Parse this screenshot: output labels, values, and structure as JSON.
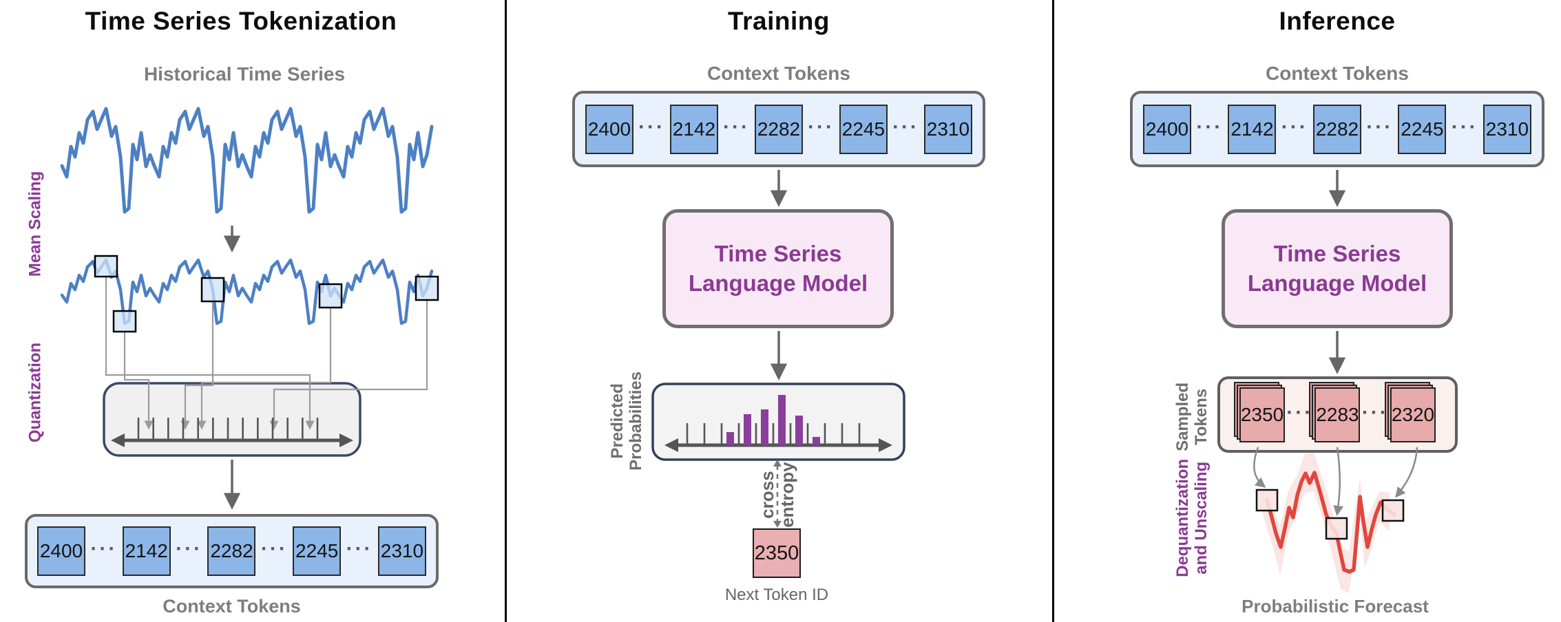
{
  "tokenization": {
    "title": "Time Series Tokenization",
    "historical_label": "Historical Time Series",
    "mean_scaling_label": "Mean Scaling",
    "quantization_label": "Quantization",
    "context_tokens_label": "Context Tokens",
    "tokens": [
      "2400",
      "2142",
      "2282",
      "2245",
      "2310"
    ],
    "ellipsis": "···"
  },
  "training": {
    "title": "Training",
    "context_tokens_label": "Context Tokens",
    "tokens": [
      "2400",
      "2142",
      "2282",
      "2245",
      "2310"
    ],
    "ellipsis": "···",
    "model_line1": "Time Series",
    "model_line2": "Language Model",
    "predicted_line1": "Predicted",
    "predicted_line2": "Probabilities",
    "cross_line1": "cross",
    "cross_line2": "entropy",
    "next_token": "2350",
    "next_token_label": "Next Token ID"
  },
  "inference": {
    "title": "Inference",
    "context_tokens_label": "Context Tokens",
    "tokens": [
      "2400",
      "2142",
      "2282",
      "2245",
      "2310"
    ],
    "ellipsis": "···",
    "model_line1": "Time Series",
    "model_line2": "Language Model",
    "sampled_line1": "Sampled",
    "sampled_line2": "Tokens",
    "sampled_tokens": [
      "2350",
      "2283",
      "2320"
    ],
    "dequant_line1": "Dequantization",
    "dequant_line2": "and Unscaling",
    "forecast_label": "Probabilistic Forecast"
  },
  "colors": {
    "series_blue": "#4d80c4",
    "token_blue": "#8cb6e8",
    "token_container_bg": "#e9f1fc",
    "purple_label": "#8b3a94",
    "model_box_bg": "#f9e9f7",
    "histogram_purple": "#8a3f9b",
    "quant_box_bg": "#f0f0f0",
    "navy_border": "#3b4a66",
    "sampled_container_bg": "#faf0ee",
    "sampled_card_pink": "#e7abab",
    "next_token_pink": "#e9afb2",
    "forecast_red": "#e0473d",
    "gray_label": "#7e7e7e"
  },
  "chart_data": {
    "type": "diagram",
    "context_token_ids": [
      2400,
      2142,
      2282,
      2245,
      2310
    ],
    "next_token_id": 2350,
    "sampled_token_ids": [
      2350,
      2283,
      2320
    ],
    "quantization": {
      "tick_count": 13
    },
    "predicted_probabilities": {
      "tick_count": 11,
      "bar_heights_rel": [
        0.26,
        0.62,
        0.71,
        1.0,
        0.59,
        0.16
      ]
    }
  }
}
